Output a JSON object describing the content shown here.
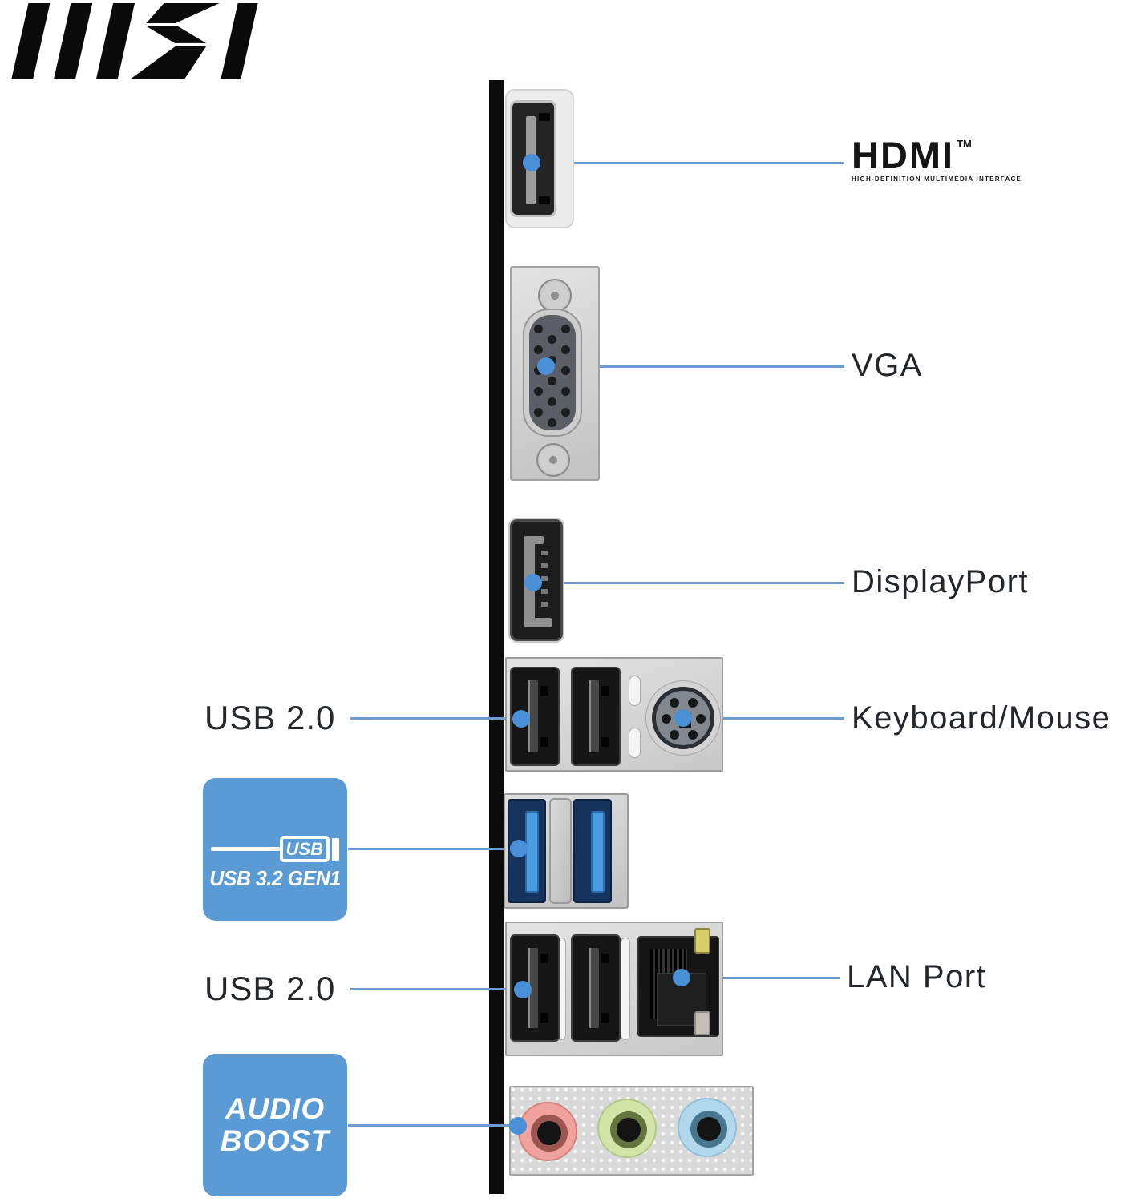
{
  "brand": {
    "name": "MSI"
  },
  "callouts": {
    "hdmi": {
      "label": "HDMI",
      "tm": "TM",
      "subtitle": "HIGH-DEFINITION MULTIMEDIA INTERFACE"
    },
    "vga": {
      "label": "VGA"
    },
    "displayport": {
      "label": "DisplayPort"
    },
    "keyboard_mouse": {
      "label": "Keyboard/Mouse"
    },
    "lan": {
      "label": "LAN Port"
    },
    "usb2_top": {
      "label": "USB 2.0"
    },
    "usb2_bottom": {
      "label": "USB 2.0"
    },
    "usb32": {
      "logo_text": "USB",
      "label": "USB 3.2 GEN1"
    },
    "audio": {
      "line1": "AUDIO",
      "line2": "BOOST"
    }
  },
  "ports": [
    "HDMI",
    "VGA",
    "DisplayPort",
    "USB 2.0 x2",
    "PS/2 Keyboard/Mouse",
    "USB 3.2 Gen1 x2",
    "USB 2.0 x2",
    "LAN RJ45",
    "Audio Mic-In",
    "Audio Line-Out",
    "Audio Line-In"
  ],
  "colors": {
    "accent_blue": "#5b9bd5",
    "line_blue": "#6b9dd0",
    "dot_blue": "#4a90d8",
    "usb3_port": "#4a9be0",
    "audio_pink": "#f0a29e",
    "audio_green": "#d2e4a8",
    "audio_blue": "#b2d8ec",
    "led_yellow": "#d6cf6a"
  }
}
